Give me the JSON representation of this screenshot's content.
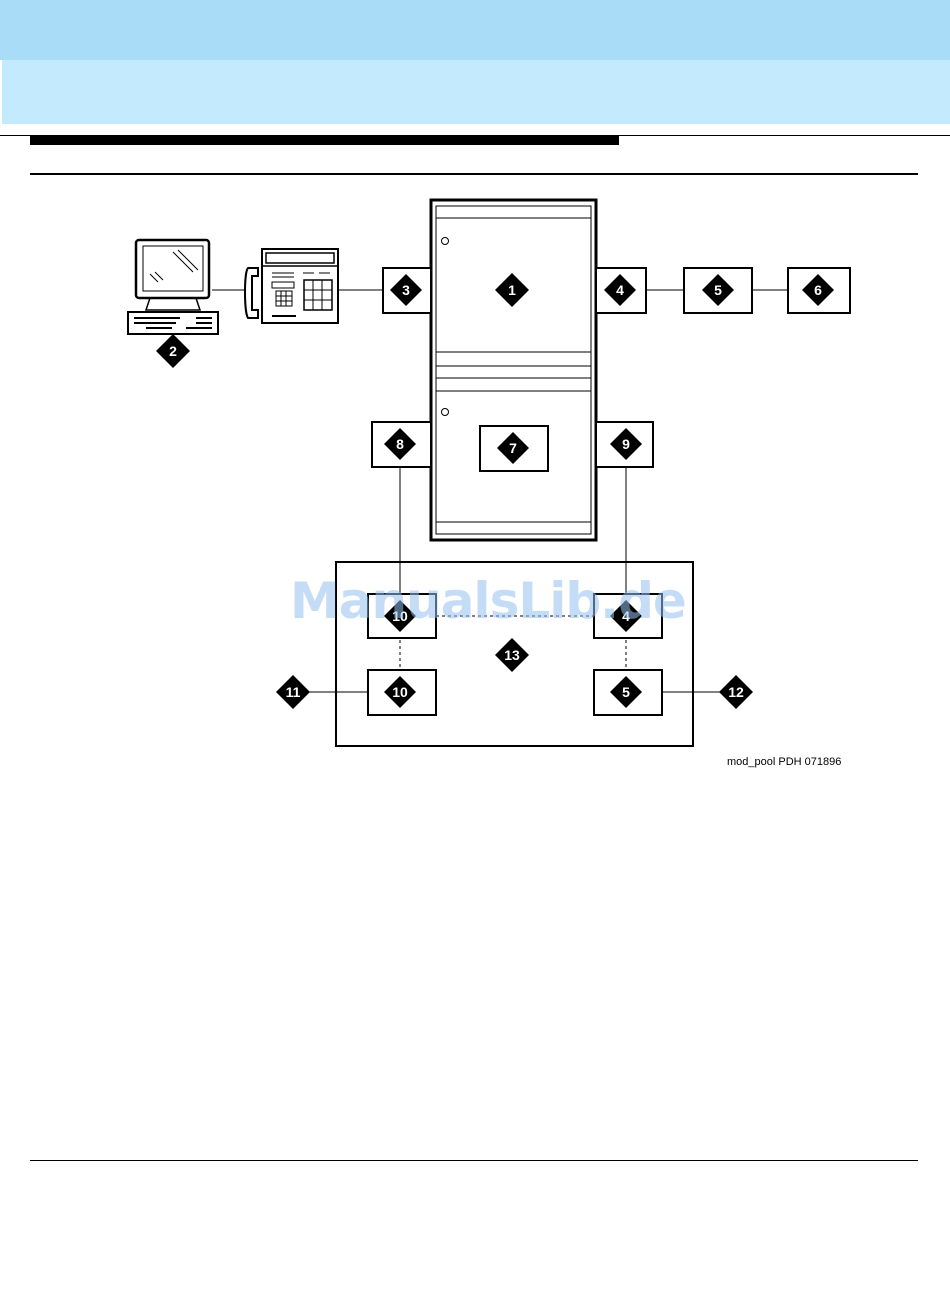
{
  "header": {
    "accent_top": "#a8dcf7",
    "accent_second": "#c4eafd"
  },
  "figure": {
    "callouts": {
      "c1": "1",
      "c2": "2",
      "c3": "3",
      "c4": "4",
      "c5a": "5",
      "c6": "6",
      "c7": "7",
      "c8": "8",
      "c9": "9",
      "c10a": "10",
      "c4b": "4",
      "c13": "13",
      "c11": "11",
      "c10b": "10",
      "c5b": "5",
      "c12": "12"
    },
    "caption": "mod_pool PDH 071896",
    "icons": [
      "terminal-icon",
      "telephone-icon"
    ]
  },
  "watermark": "ManualsLib.de"
}
